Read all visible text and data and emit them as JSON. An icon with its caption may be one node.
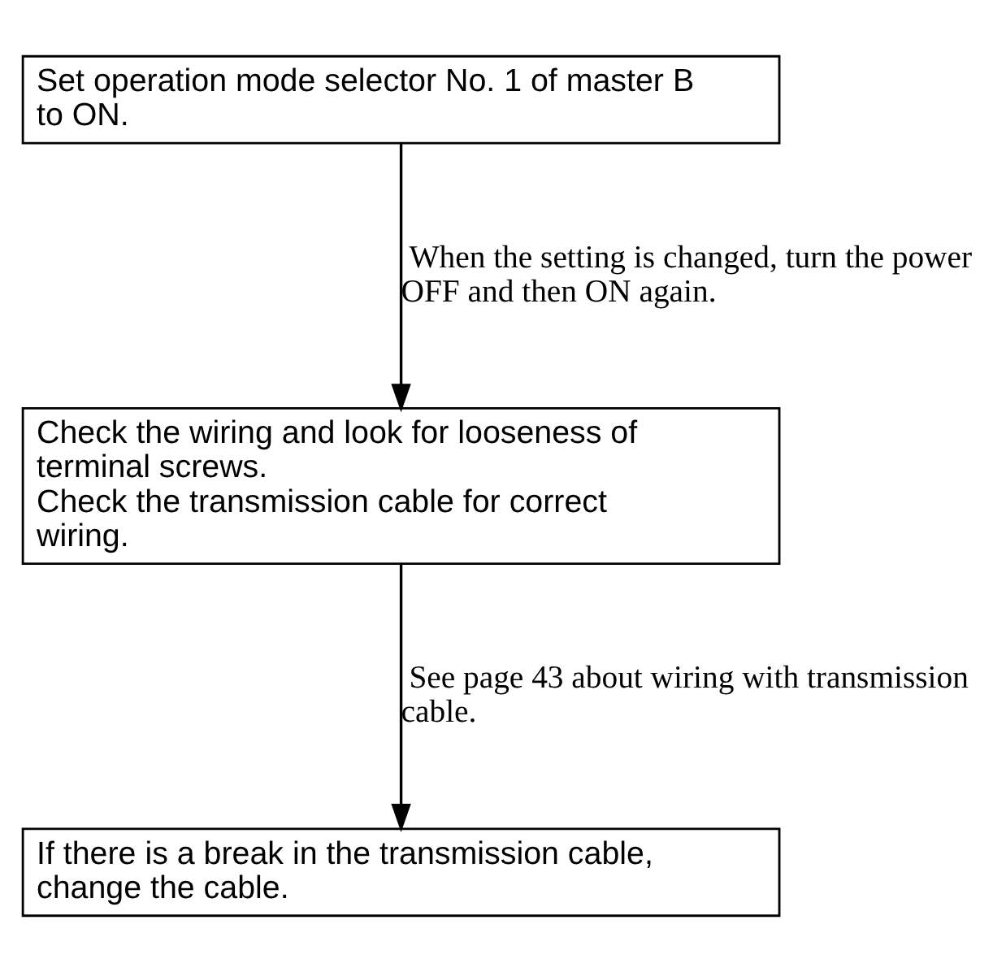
{
  "diagram": {
    "nodes": [
      {
        "text": [
          "Set operation mode selector No. 1 of master B to ON."
        ]
      },
      {
        "text": [
          "Check the wiring and look for looseness of terminal screws.",
          "Check the transmission cable for correct wiring."
        ]
      },
      {
        "text": [
          "If there is a break in the transmission cable, change the cable."
        ]
      }
    ],
    "edges": [
      {
        "from": 0,
        "to": 1,
        "arrow": "to",
        "label": "When the setting is changed, turn the power OFF and then ON again."
      },
      {
        "from": 1,
        "to": 2,
        "arrow": "to",
        "label": "See page 43 about wiring with transmission cable."
      }
    ]
  }
}
